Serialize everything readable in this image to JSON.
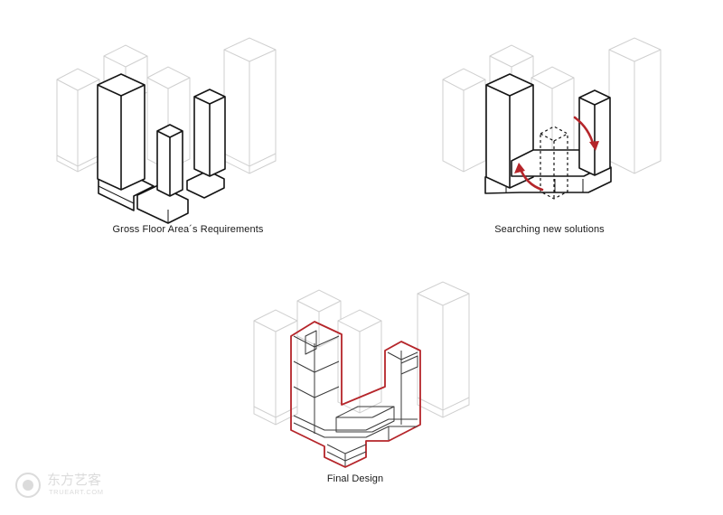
{
  "panels": [
    {
      "caption": "Gross Floor Area´s Requirements"
    },
    {
      "caption": "Searching new solutions"
    },
    {
      "caption": "Final Design"
    }
  ],
  "colors": {
    "context": "#cfcfcf",
    "outline": "#141414",
    "accent": "#b5252a"
  },
  "watermark": {
    "brand": "东方艺客",
    "site": "TRUEART.COM"
  }
}
